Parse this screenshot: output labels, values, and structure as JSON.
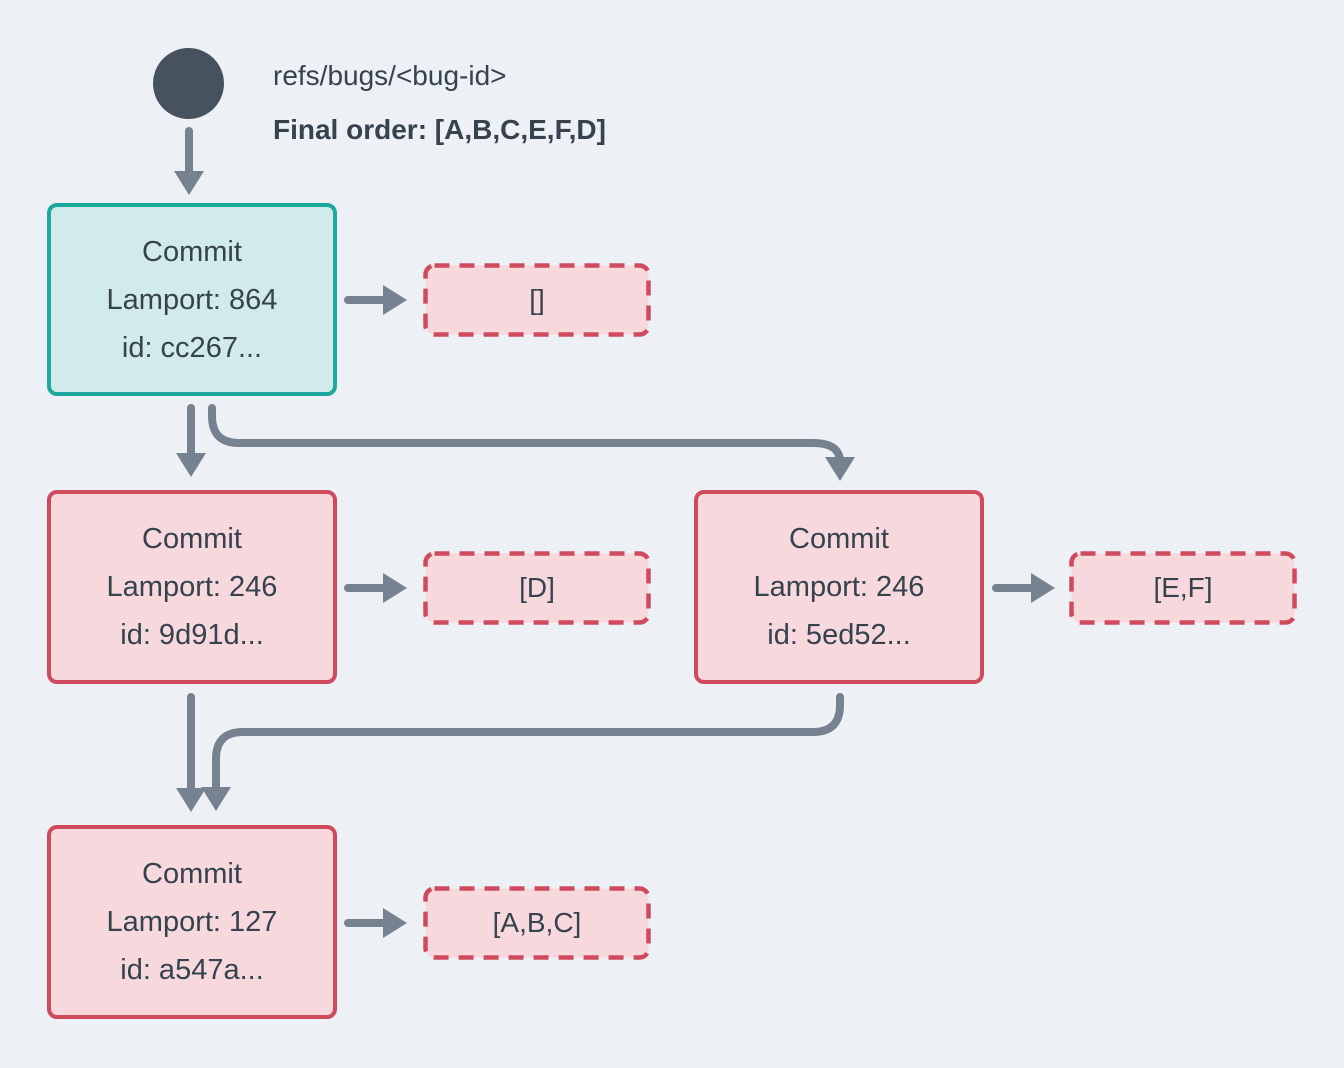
{
  "colors": {
    "background": "#edf1f5",
    "slate": "#46535f",
    "arrow": "#76828f",
    "text": "#36424e",
    "teal_border": "#1ca89c",
    "teal_fill": "#d0ebe9",
    "red_border": "#d04a5e",
    "pink_fill": "#f7d9dd"
  },
  "header": {
    "ref_name": "refs/bugs/<bug-id>",
    "final_order": "Final order: [A,B,C,E,F,D]"
  },
  "nodes": {
    "root": {
      "title": "Commit",
      "lamport": "Lamport: 864",
      "id": "id: cc267..."
    },
    "left": {
      "title": "Commit",
      "lamport": "Lamport: 246",
      "id": "id: 9d91d..."
    },
    "right": {
      "title": "Commit",
      "lamport": "Lamport: 246",
      "id": "id: 5ed52..."
    },
    "merge": {
      "title": "Commit",
      "lamport": "Lamport: 127",
      "id": "id: a547a..."
    }
  },
  "ops": {
    "root": {
      "label": "[]"
    },
    "left": {
      "label": "[D]"
    },
    "right": {
      "label": "[E,F]"
    },
    "merge": {
      "label": "[A,B,C]"
    }
  }
}
